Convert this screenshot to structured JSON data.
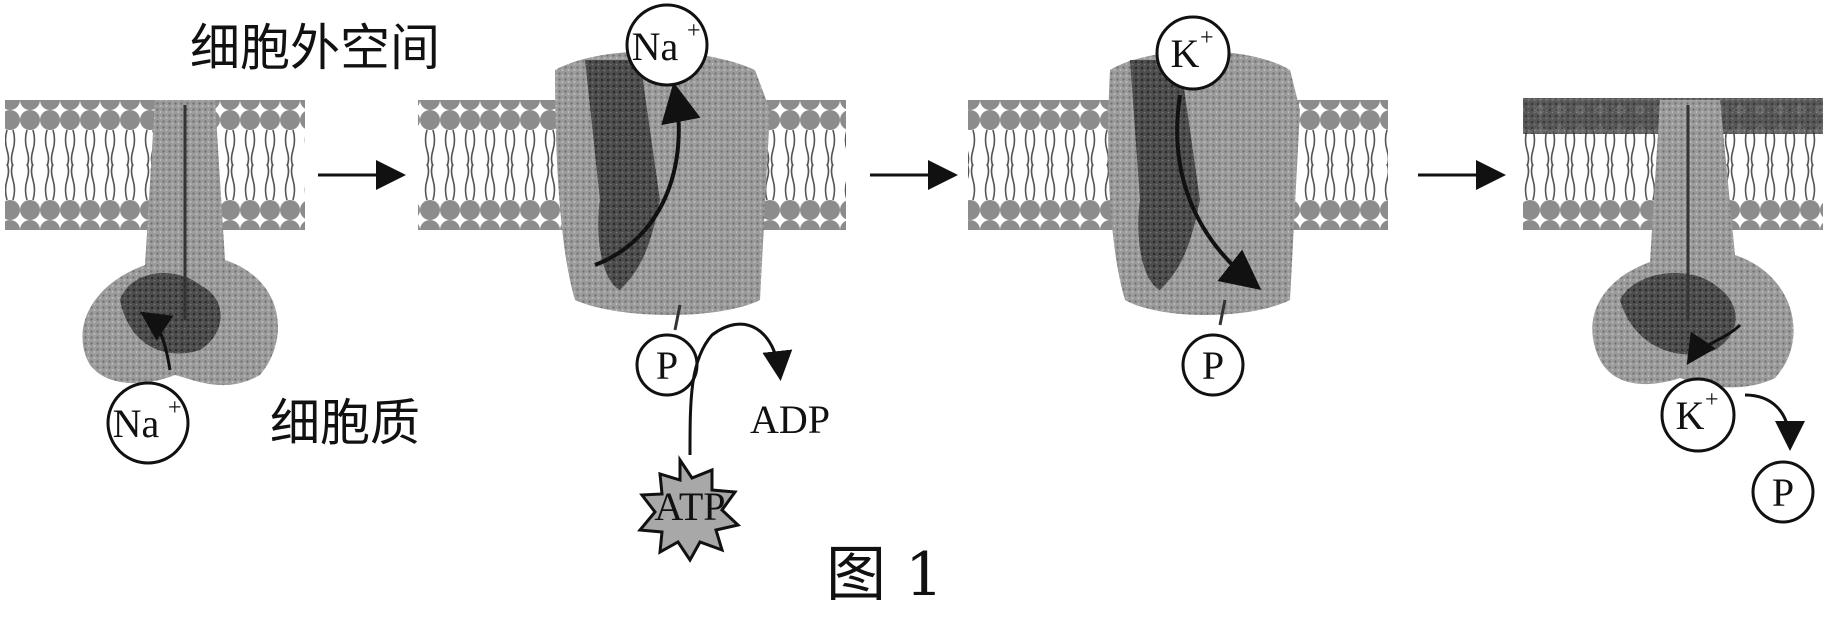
{
  "labels": {
    "extracellular": "细胞外空间",
    "cytoplasm": "细胞质",
    "figure": "图 1"
  },
  "ions": {
    "na": "Na",
    "k": "K",
    "plus": "+",
    "phosphate": "P"
  },
  "molecules": {
    "atp": "ATP",
    "adp": "ADP"
  },
  "colors": {
    "membrane": "#9a9a9a",
    "protein": "#8a8a8a",
    "protein_dark": "#3a3a3a",
    "atp_fill": "#a8a8a8",
    "ink": "#111111"
  }
}
